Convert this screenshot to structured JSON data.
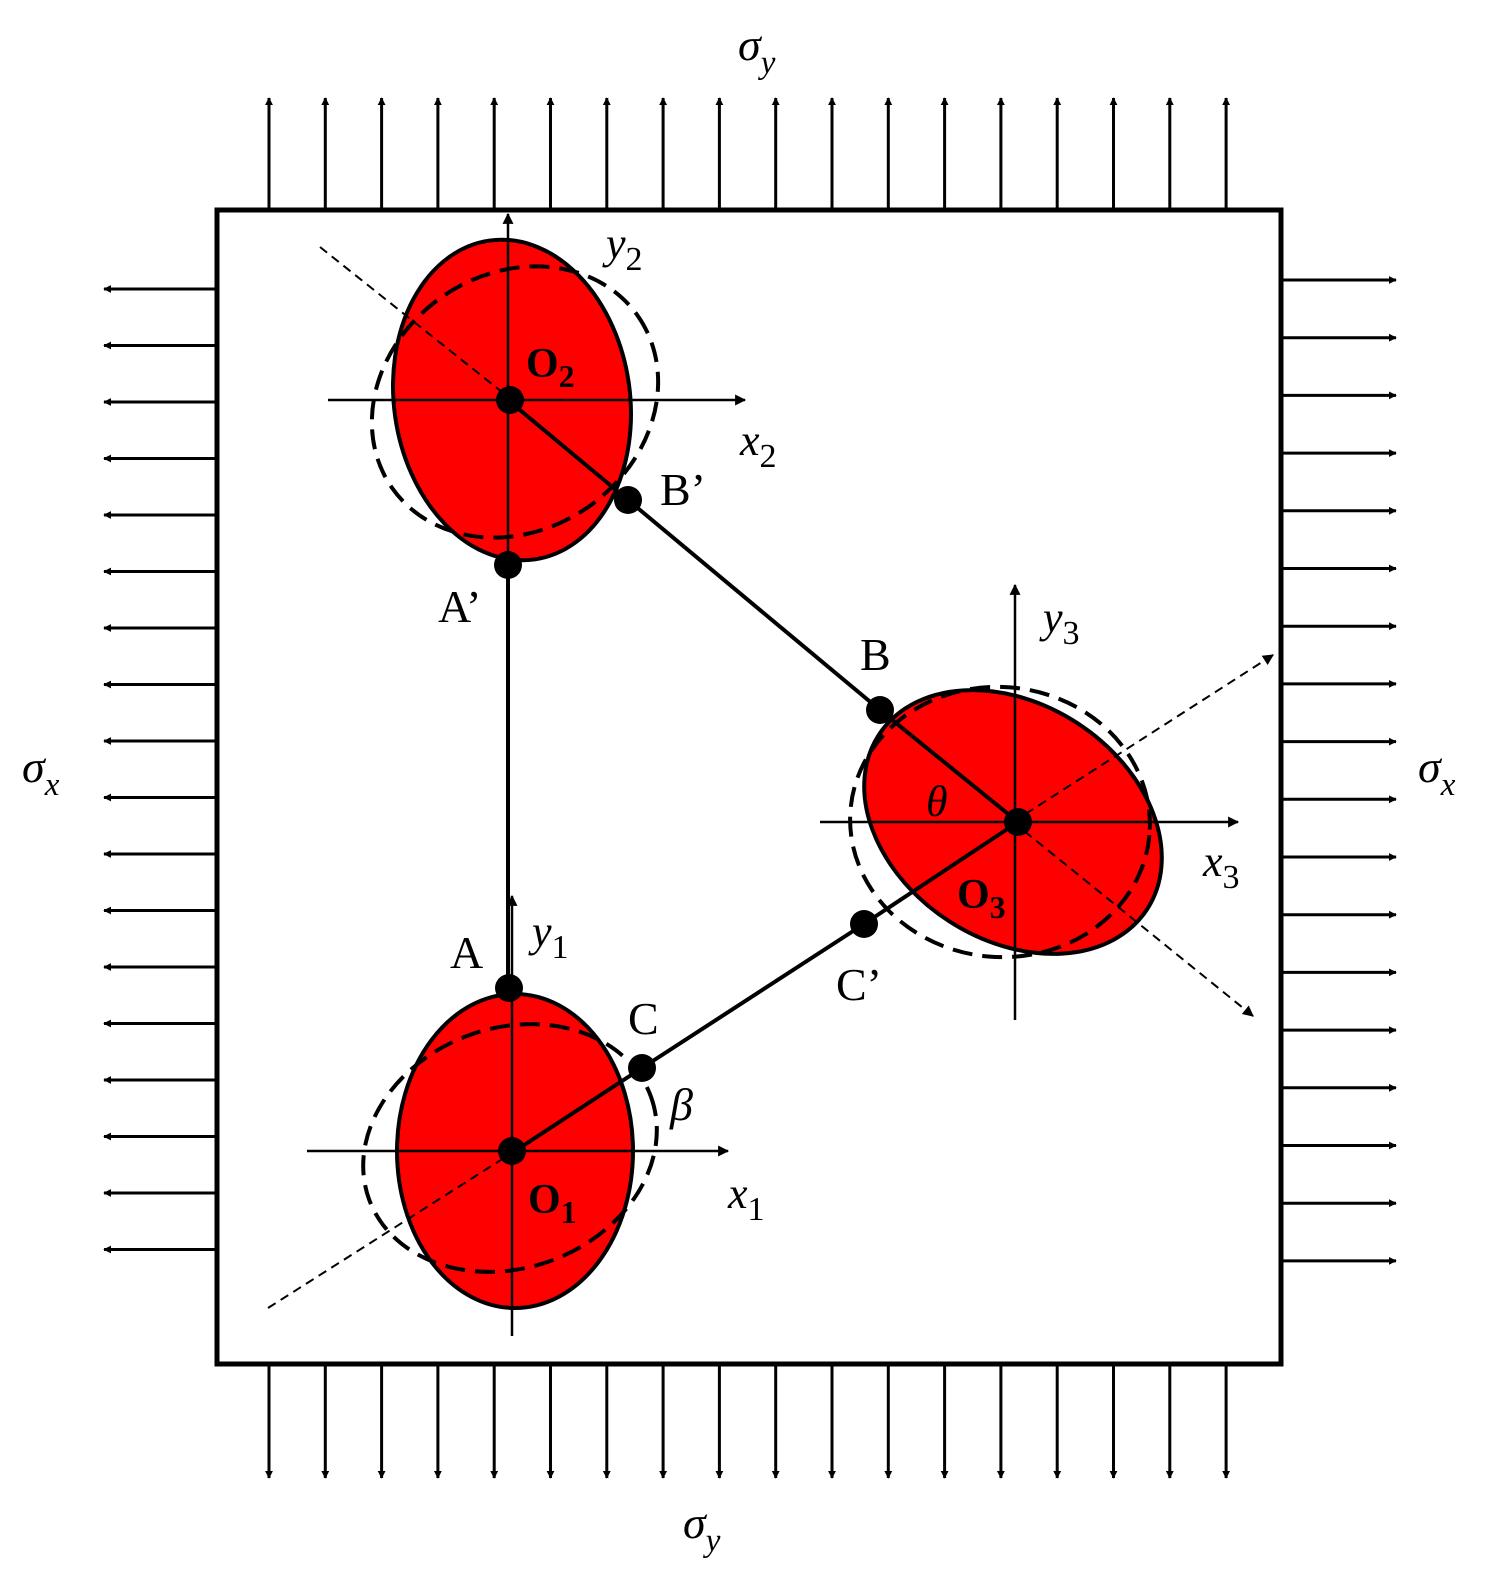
{
  "diagram": {
    "colors": {
      "inclusion_fill": "#ff0000",
      "stroke": "#000000",
      "background": "#ffffff"
    },
    "stress_labels": {
      "top": {
        "base": "σ",
        "sub": "y"
      },
      "bottom": {
        "base": "σ",
        "sub": "y"
      },
      "left": {
        "base": "σ",
        "sub": "x"
      },
      "right": {
        "base": "σ",
        "sub": "x"
      }
    },
    "centers": {
      "o1": {
        "base": "O",
        "sub": "1"
      },
      "o2": {
        "base": "O",
        "sub": "2"
      },
      "o3": {
        "base": "O",
        "sub": "3"
      }
    },
    "axes": {
      "x1": {
        "base": "x",
        "sub": "1"
      },
      "y1": {
        "base": "y",
        "sub": "1"
      },
      "x2": {
        "base": "x",
        "sub": "2"
      },
      "y2": {
        "base": "y",
        "sub": "2"
      },
      "x3": {
        "base": "x",
        "sub": "3"
      },
      "y3": {
        "base": "y",
        "sub": "3"
      }
    },
    "points": {
      "a": "A",
      "a_prime": "A’",
      "b": "B",
      "b_prime": "B’",
      "c": "C",
      "c_prime": "C’"
    },
    "angles": {
      "beta": "β",
      "theta": "θ"
    }
  }
}
